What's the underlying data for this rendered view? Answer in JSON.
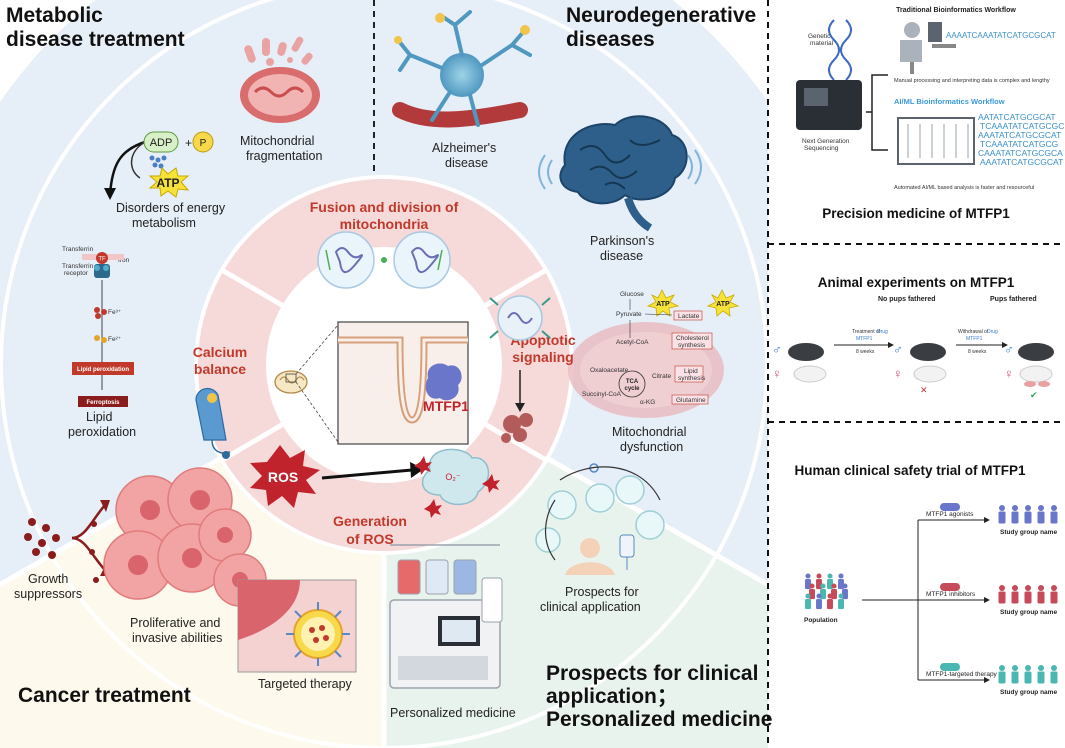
{
  "sectors": {
    "metabolic": {
      "title_l1": "Metabolic",
      "title_l2": "disease treatment",
      "mito_frag_l1": "Mitochondrial",
      "mito_frag_l2": "fragmentation",
      "adp": "ADP",
      "plus": "+",
      "p": "P",
      "atp": "ATP",
      "energy_l1": "Disorders of energy",
      "energy_l2": "metabolism",
      "transferrin": "Transferrin",
      "tf": "TF",
      "iron": "Iron",
      "tf_receptor_l1": "Transferrin",
      "tf_receptor_l2": "receptor",
      "fe3": "Fe³⁺",
      "fe2": "Fe²⁺",
      "lipid_box": "Lipid peroxidation",
      "ferroptosis_box": "Ferroptosis",
      "lipid_l1": "Lipid",
      "lipid_l2": "peroxidation"
    },
    "neuro": {
      "title_l1": "Neurodegenerative",
      "title_l2": "diseases",
      "alz_l1": "Alzheimer's",
      "alz_l2": "disease",
      "park_l1": "Parkinson's",
      "park_l2": "disease",
      "mito_dys_l1": "Mitochondrial",
      "mito_dys_l2": "dysfunction",
      "glucose": "Glucose",
      "pyruvate": "Pyruvate",
      "lactate": "Lactate",
      "acetyl": "Acetyl-CoA",
      "cholesterol_l1": "Cholesterol",
      "cholesterol_l2": "synthesis",
      "oxaloacetate": "Oxaloacetate",
      "citrate": "Citrate",
      "lipid_syn_l1": "Lipid",
      "lipid_syn_l2": "synthesis",
      "tca_l1": "TCA",
      "tca_l2": "cycle",
      "succinyl": "Succinyl-CoA",
      "akg": "α-KG",
      "glutamine": "Glutamine",
      "atp": "ATP"
    },
    "cancer": {
      "title": "Cancer treatment",
      "growth_l1": "Growth",
      "growth_l2": "suppressors",
      "prolif_l1": "Proliferative and",
      "prolif_l2": "invasive abilities",
      "targeted": "Targeted therapy"
    },
    "clinical": {
      "title_l1": "Prospects for clinical",
      "title_l2": "application；",
      "title_l3": "Personalized medicine",
      "prospects_l1": "Prospects for",
      "prospects_l2": "clinical application",
      "personalized": "Personalized medicine"
    }
  },
  "inner": {
    "fusion_l1": "Fusion and division of",
    "fusion_l2": "mitochondria",
    "calcium_l1": "Calcium",
    "calcium_l2": "balance",
    "apoptotic_l1": "Apoptotic",
    "apoptotic_l2": "signaling",
    "ros_gen_l1": "Generation",
    "ros_gen_l2": "of ROS",
    "ros": "ROS",
    "o2": "O₂⁻",
    "mtfp1": "MTFP1"
  },
  "panels": {
    "precision": {
      "traditional": "Traditional Bioinformatics Workflow",
      "genetic_l1": "Genetic",
      "genetic_l2": "material",
      "seq": "AAAATCAAATATCATGCGCAT",
      "manual": "Manual processing and interpreting data is complex and lengthy",
      "aiml": "AI/ML Bioinformatics Workflow",
      "ngs_l1": "Next Generation",
      "ngs_l2": "Sequencing",
      "seq_lines": [
        "AATATCATGCGCAT",
        "TCAAATATCATGCGC",
        "AAATATCATGCGCAT",
        "TCAAATATCATGCG",
        "CAAATATCATGCGCA",
        "AAATATCATGCGCAT"
      ],
      "automated": "Automated AI/ML based analysis is faster and resourceful",
      "title": "Precision medicine of MTFP1"
    },
    "animal": {
      "title": "Animal experiments on MTFP1",
      "male": "♂",
      "female": "♀",
      "treatment_l1": "Treatment of",
      "treatment_drug": "Drug",
      "treatment_l2": "MTFP1",
      "weeks": "8 weeks",
      "no_pups": "No pups fathered",
      "withdrawal_l1": "Withdrawal of",
      "withdrawal_drug": "Drug",
      "withdrawal_l2": "MTFP1",
      "pups": "Pups fathered",
      "cross": "✕",
      "check": "✔"
    },
    "human": {
      "title": "Human clinical safety trial of MTFP1",
      "agonists": "MTFP1 agonists",
      "inhibitors": "MTFP1 inhibitors",
      "targeted": "MTFP1-targeted therapy",
      "population": "Population",
      "group1": "Study group name",
      "group2": "Study group name",
      "group3": "Study group name"
    }
  },
  "colors": {
    "blue_sector": "#e6eef7",
    "cancer_sector": "#fdf9ec",
    "clinical_sector": "#e8f3ee",
    "pink_ring": "#f6d9d9",
    "accent_red": "#c0392b",
    "dark_red": "#8b1c1c",
    "mtfp1_blue": "#6a76c9"
  }
}
